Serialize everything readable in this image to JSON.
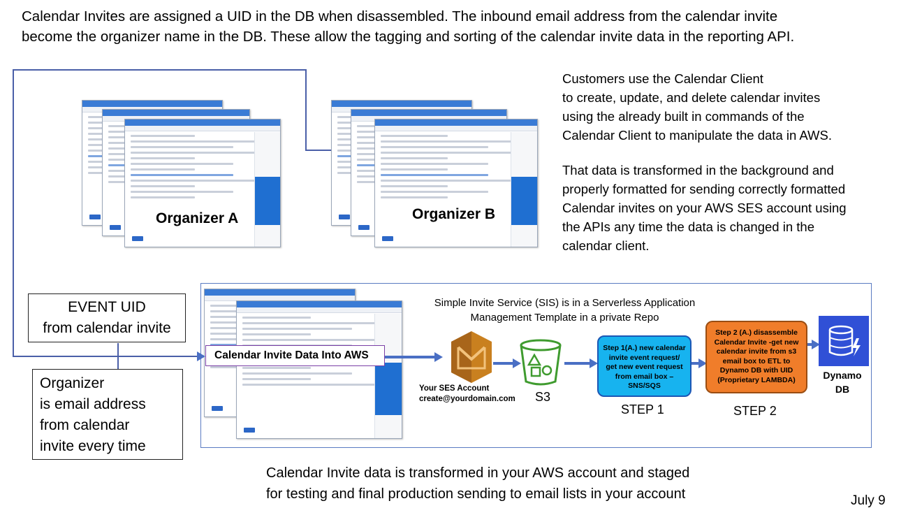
{
  "header": {
    "line1": "Calendar Invites are assigned a UID in the DB when disassembled.  The inbound email address from the calendar invite",
    "line2": "become the organizer name in the DB.  These allow the tagging and sorting of the calendar invite data in the reporting API."
  },
  "side_text": {
    "para1": [
      "Customers use the Calendar Client",
      "to create, update, and delete calendar invites",
      "using the already built in commands of the",
      "Calendar Client to manipulate the data in AWS."
    ],
    "para2": [
      "That data is transformed in the background and",
      "properly formatted for sending correctly formatted",
      "Calendar invites on your AWS SES account using",
      "the APIs any time the data is changed in the",
      "calendar client."
    ]
  },
  "organizers": {
    "a": "Organizer A",
    "b": "Organizer B"
  },
  "event_uid": {
    "line1": "EVENT UID",
    "line2": "from calendar invite"
  },
  "organizer_box": {
    "lines": [
      "Organizer",
      "is email address",
      "from calendar",
      "invite every time"
    ]
  },
  "flow": {
    "data_label": "Calendar Invite Data Into AWS",
    "sis_line1": "Simple Invite Service (SIS) is in a Serverless Application",
    "sis_line2": "Management Template in a private Repo",
    "ses_line1": "Your SES Account",
    "ses_line2": "create@yourdomain.com",
    "s3_label": "S3",
    "step1_text": [
      "Step 1(A.) new calendar",
      "invite event request/",
      "get new event request",
      "from email box –",
      "SNS/SQS"
    ],
    "step1_label": "STEP 1",
    "step2_text": [
      "Step 2 (A.) disassemble",
      "Calendar Invite -get new",
      "calendar invite from s3",
      "email box to ETL to",
      "Dynamo DB with UID",
      "(Proprietary LAMBDA)"
    ],
    "step2_label": "STEP 2",
    "dynamo_line1": "Dynamo",
    "dynamo_line2": "DB"
  },
  "footer": {
    "line1": "Calendar Invite data is transformed in your AWS account and staged",
    "line2": "for testing and final production sending to email lists in your account",
    "date": "July 9"
  },
  "colors": {
    "connector": "#4a5fa8",
    "arrow": "#4a6fc4",
    "step1_fill": "#17b3ef",
    "step1_border": "#1c57b5",
    "step2_fill": "#f07d2a",
    "step2_border": "#9a4d12",
    "ses_orange": "#d9882a",
    "s3_green": "#3f9b2f",
    "dynamo_blue": "#3050d6",
    "window_blue": "#3a7bd5"
  },
  "icons": [
    "aws-ses-icon",
    "s3-bucket-icon",
    "dynamodb-icon",
    "email-window-icon"
  ]
}
